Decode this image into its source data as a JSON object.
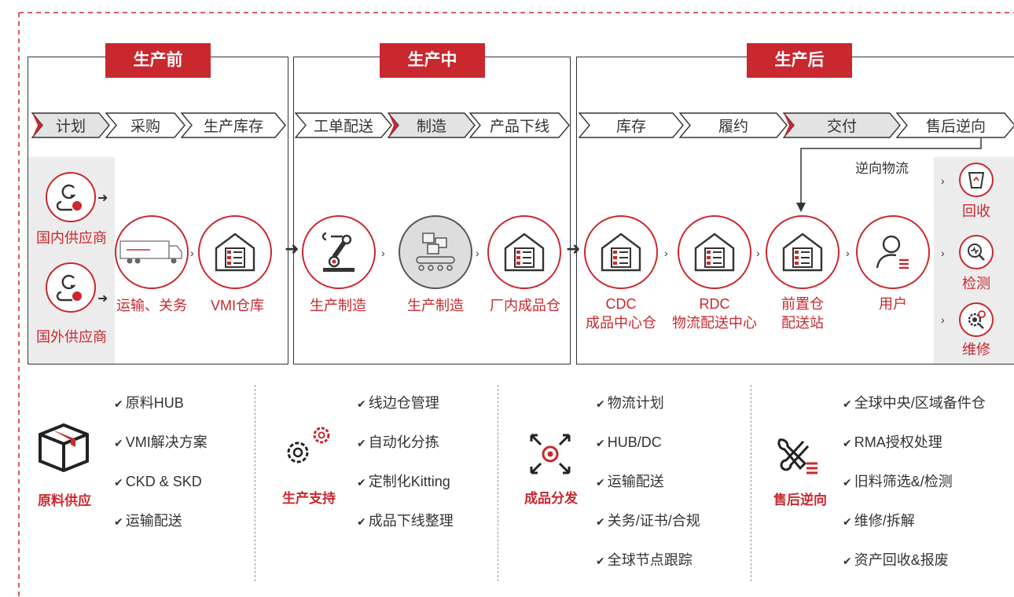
{
  "phases": [
    {
      "title": "生产前"
    },
    {
      "title": "生产中"
    },
    {
      "title": "生产后"
    }
  ],
  "steps": [
    "计划",
    "采购",
    "生产库存",
    "工单配送",
    "制造",
    "产品下线",
    "库存",
    "履约",
    "交付",
    "售后逆向"
  ],
  "highlighted_steps": [
    "计划",
    "制造",
    "交付"
  ],
  "nodes": {
    "supplier_domestic": "国内供应商",
    "supplier_foreign": "国外供应商",
    "transport": "运输、关务",
    "vmi": "VMI仓库",
    "manufacture_1": "生产制造",
    "manufacture_2": "生产制造",
    "factory_wh": "厂内成品仓",
    "cdc_title": "CDC",
    "cdc_sub": "成品中心仓",
    "rdc_title": "RDC",
    "rdc_sub": "物流配送中心",
    "front_title": "前置仓",
    "front_sub": "配送站",
    "user": "用户",
    "recycle": "回收",
    "inspect": "检测",
    "repair": "维修",
    "reverse_logistics": "逆向物流"
  },
  "categories": [
    {
      "name": "原料供应",
      "icon": "box-icon",
      "items": [
        "原料HUB",
        "VMI解决方案",
        "CKD & SKD",
        "运输配送"
      ]
    },
    {
      "name": "生产支持",
      "icon": "gears-icon",
      "items": [
        "线边仓管理",
        "自动化分拣",
        "定制化Kitting",
        "成品下线整理"
      ]
    },
    {
      "name": "成品分发",
      "icon": "distribution-icon",
      "items": [
        "物流计划",
        "HUB/DC",
        "运输配送",
        "关务/证书/合规",
        "全球节点跟踪"
      ]
    },
    {
      "name": "售后逆向",
      "icon": "tools-icon",
      "items": [
        "全球中央/区域备件仓",
        "RMA授权处理",
        "旧料筛选&/检测",
        "维修/拆解",
        "资产回收&报废"
      ]
    }
  ],
  "colors": {
    "accent": "#c8282e",
    "highlight_fill": "#e3e3e3",
    "band": "#ececec"
  }
}
